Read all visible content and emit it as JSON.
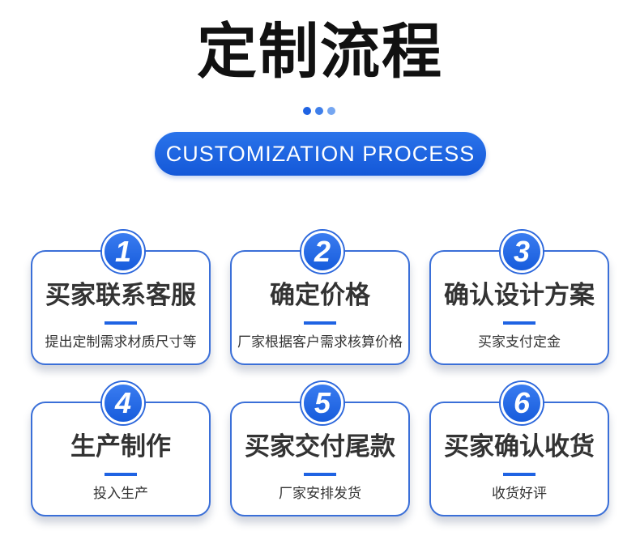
{
  "header": {
    "title": "定制流程",
    "subtitle": "CUSTOMIZATION PROCESS"
  },
  "colors": {
    "accent": "#1f63e3",
    "card_border": "#3a6fd8",
    "text_dark": "#333333"
  },
  "steps": [
    {
      "number": "1",
      "title": "买家联系客服",
      "desc": "提出定制需求材质尺寸等"
    },
    {
      "number": "2",
      "title": "确定价格",
      "desc": "厂家根据客户需求核算价格"
    },
    {
      "number": "3",
      "title": "确认设计方案",
      "desc": "买家支付定金"
    },
    {
      "number": "4",
      "title": "生产制作",
      "desc": "投入生产"
    },
    {
      "number": "5",
      "title": "买家交付尾款",
      "desc": "厂家安排发货"
    },
    {
      "number": "6",
      "title": "买家确认收货",
      "desc": "收货好评"
    }
  ]
}
